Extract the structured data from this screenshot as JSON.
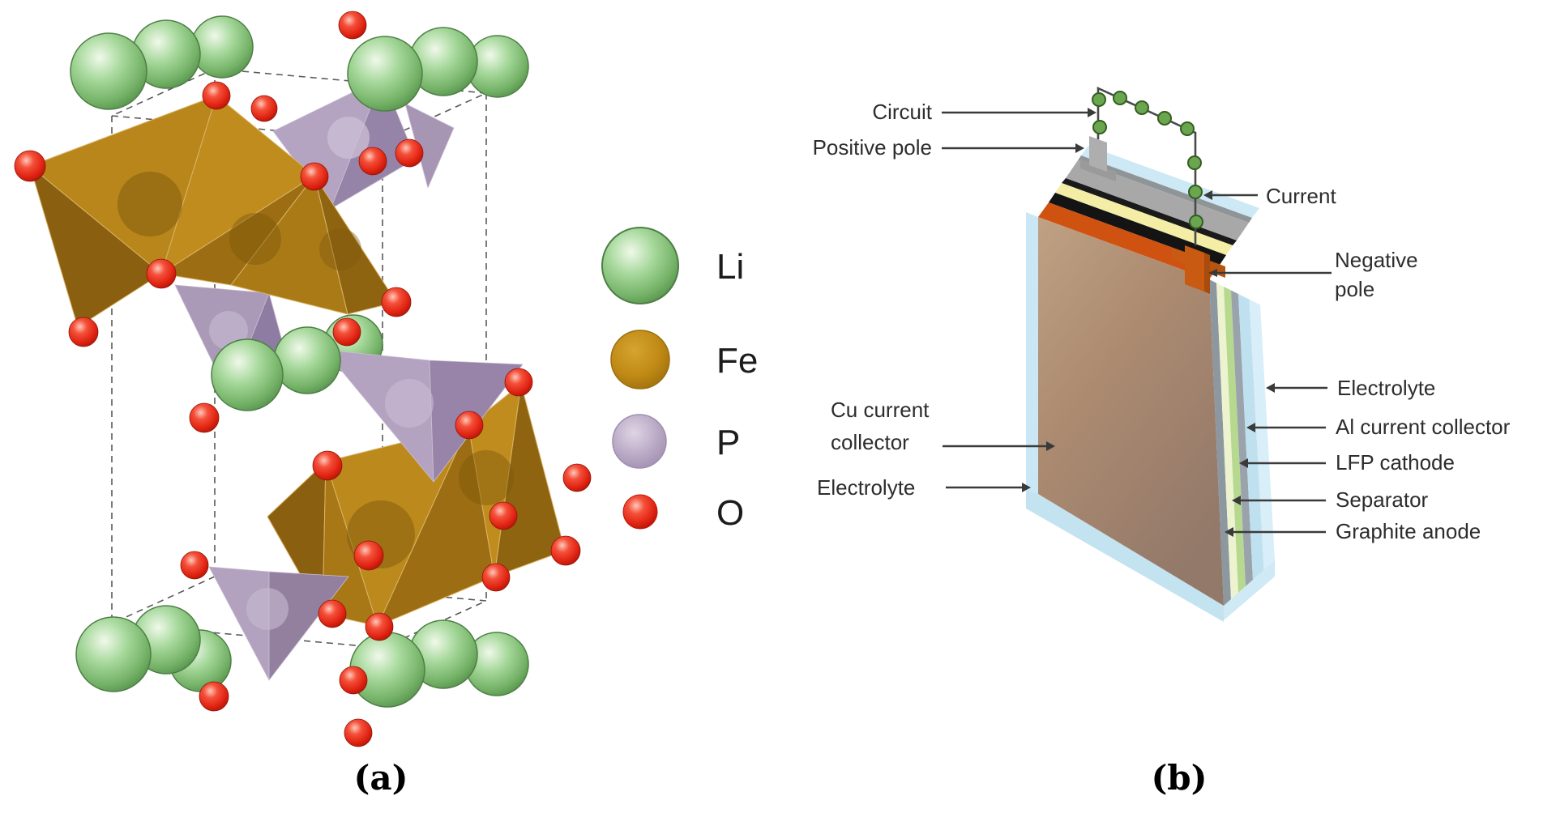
{
  "figure": {
    "background": "#ffffff",
    "panel_a": {
      "caption": "(a)",
      "description": "LiFePO4 olivine crystal structure with FeO6 octahedra, PO4 tetrahedra and unit cell",
      "legend": {
        "items": [
          {
            "symbol": "Li",
            "color": "#8fcb87"
          },
          {
            "symbol": "Fe",
            "color": "#bf8914"
          },
          {
            "symbol": "P",
            "color": "#b7a6c4"
          },
          {
            "symbol": "O",
            "color": "#e8291c"
          }
        ]
      }
    },
    "panel_b": {
      "caption": "(b)",
      "description": "LFP pouch battery cell schematic with external circuit",
      "labels": {
        "circuit": "Circuit",
        "positive_pole": "Positive pole",
        "current": "Current",
        "negative_pole_line1": "Negative",
        "negative_pole_line2": "pole",
        "electrolyte_right": "Electrolyte",
        "al_current_collector": "Al current collector",
        "lfp_cathode": "LFP cathode",
        "separator": "Separator",
        "graphite_anode": "Graphite anode",
        "cu_current_collector_line1": "Cu current",
        "cu_current_collector_line2": "collector",
        "electrolyte_left": "Electrolyte"
      },
      "colors": {
        "pouch_electrolyte": "#bfe1ef",
        "cu_collector_face": "#ab8a70",
        "al_collector": "#9aa3ab",
        "lfp_cathode": "#b7d88f",
        "separator": "#eef3cf",
        "graphite_anode": "#8c97a0",
        "negative_pole": "#c85a12",
        "positive_pole": "#aeaeae",
        "electron_dot": "#6aa550",
        "wire": "#4a4a4a"
      }
    }
  }
}
